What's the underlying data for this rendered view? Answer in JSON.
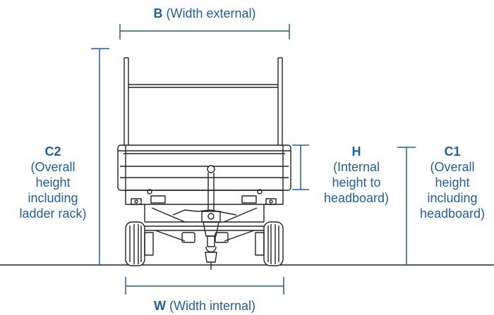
{
  "colors": {
    "accent": "#1f5fa6",
    "drawing": "#222222",
    "background": "#ffffff"
  },
  "labels": {
    "b": {
      "code": "B",
      "text": "(Width external)"
    },
    "w": {
      "code": "W",
      "text": "(Width internal)"
    },
    "h": {
      "code": "H",
      "lines": [
        "(Internal",
        "height to",
        "headboard)"
      ]
    },
    "c1": {
      "code": "C1",
      "lines": [
        "(Overall",
        "height",
        "including",
        "headboard)"
      ]
    },
    "c2": {
      "code": "C2",
      "lines": [
        "(Overall",
        "height",
        "including",
        "ladder rack)"
      ]
    }
  }
}
